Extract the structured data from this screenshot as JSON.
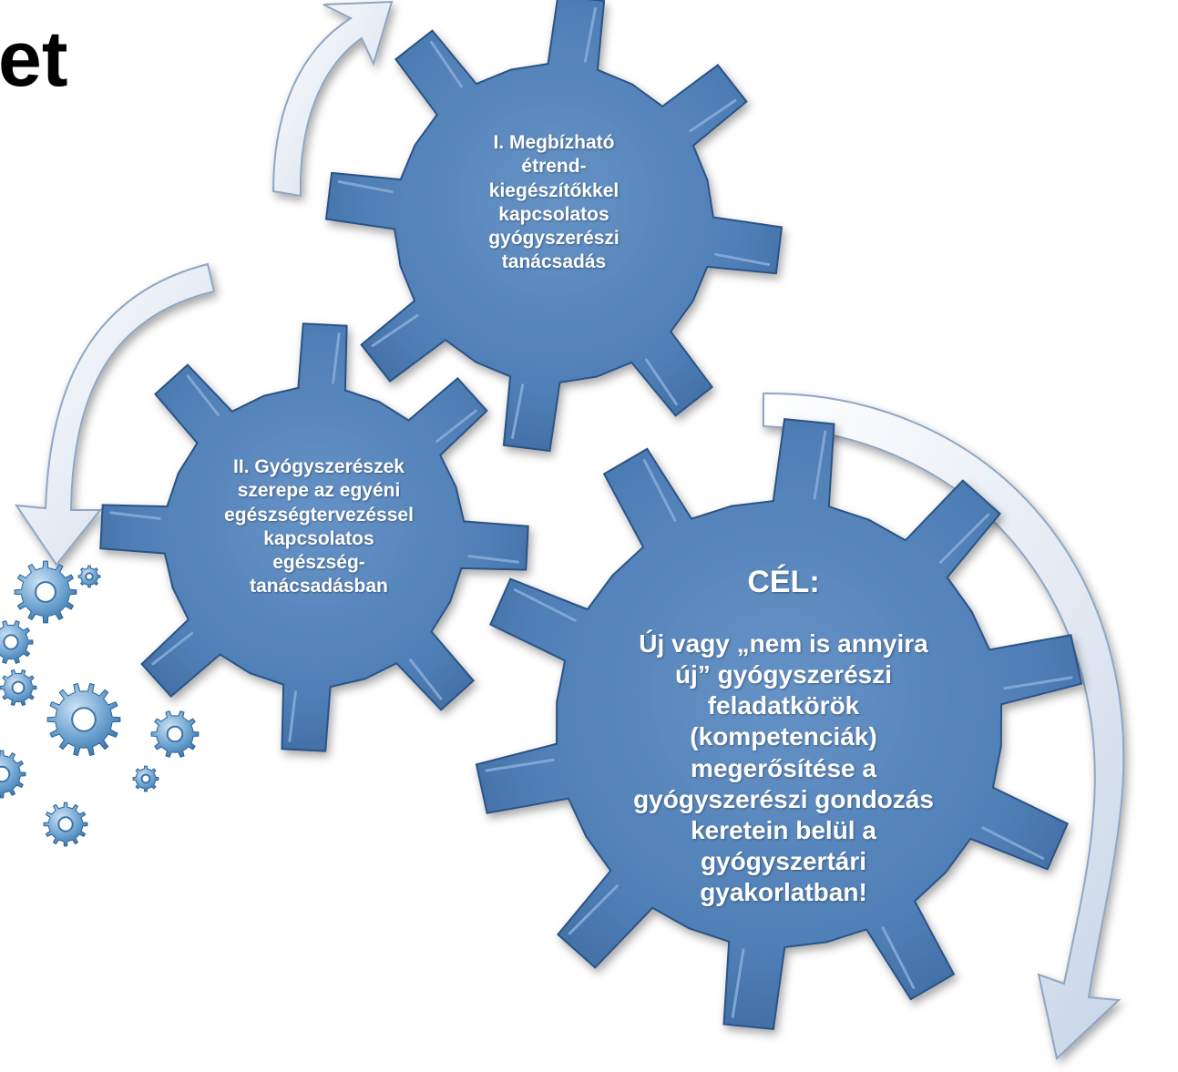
{
  "heading": "et",
  "gears": {
    "g1": {
      "lines": [
        "I. Megbízható",
        "étrend-",
        "kiegészítőkkel",
        "kapcsolatos",
        "gyógyszerészi",
        "tanácsadás"
      ]
    },
    "g2": {
      "lines": [
        "II. Gyógyszerészek",
        "szerepe az egyéni",
        "egészségtervezéssel",
        "kapcsolatos",
        "egészség-",
        "tanácsadásban"
      ]
    },
    "g3": {
      "title": "CÉL:",
      "lines": [
        "Új vagy „nem is annyira",
        "új” gyógyszerészi",
        "feladatkörök",
        "(kompetenciák)",
        "megerősítése a",
        "gyógyszerészi gondozás",
        "keretein belül a",
        "gyógyszertári",
        "gyakorlatban!"
      ]
    }
  },
  "icons": [
    "gear-icon",
    "curved-arrow-icon",
    "gear-cluster-icon"
  ],
  "colors": {
    "gear_fill": "#4f7fb6",
    "gear_dark": "#2b5286",
    "gear_light": "#7fa6d4",
    "arrow_fill": "#e8eef6",
    "arrow_edge": "#8ea6c4",
    "text": "#ffffff"
  }
}
